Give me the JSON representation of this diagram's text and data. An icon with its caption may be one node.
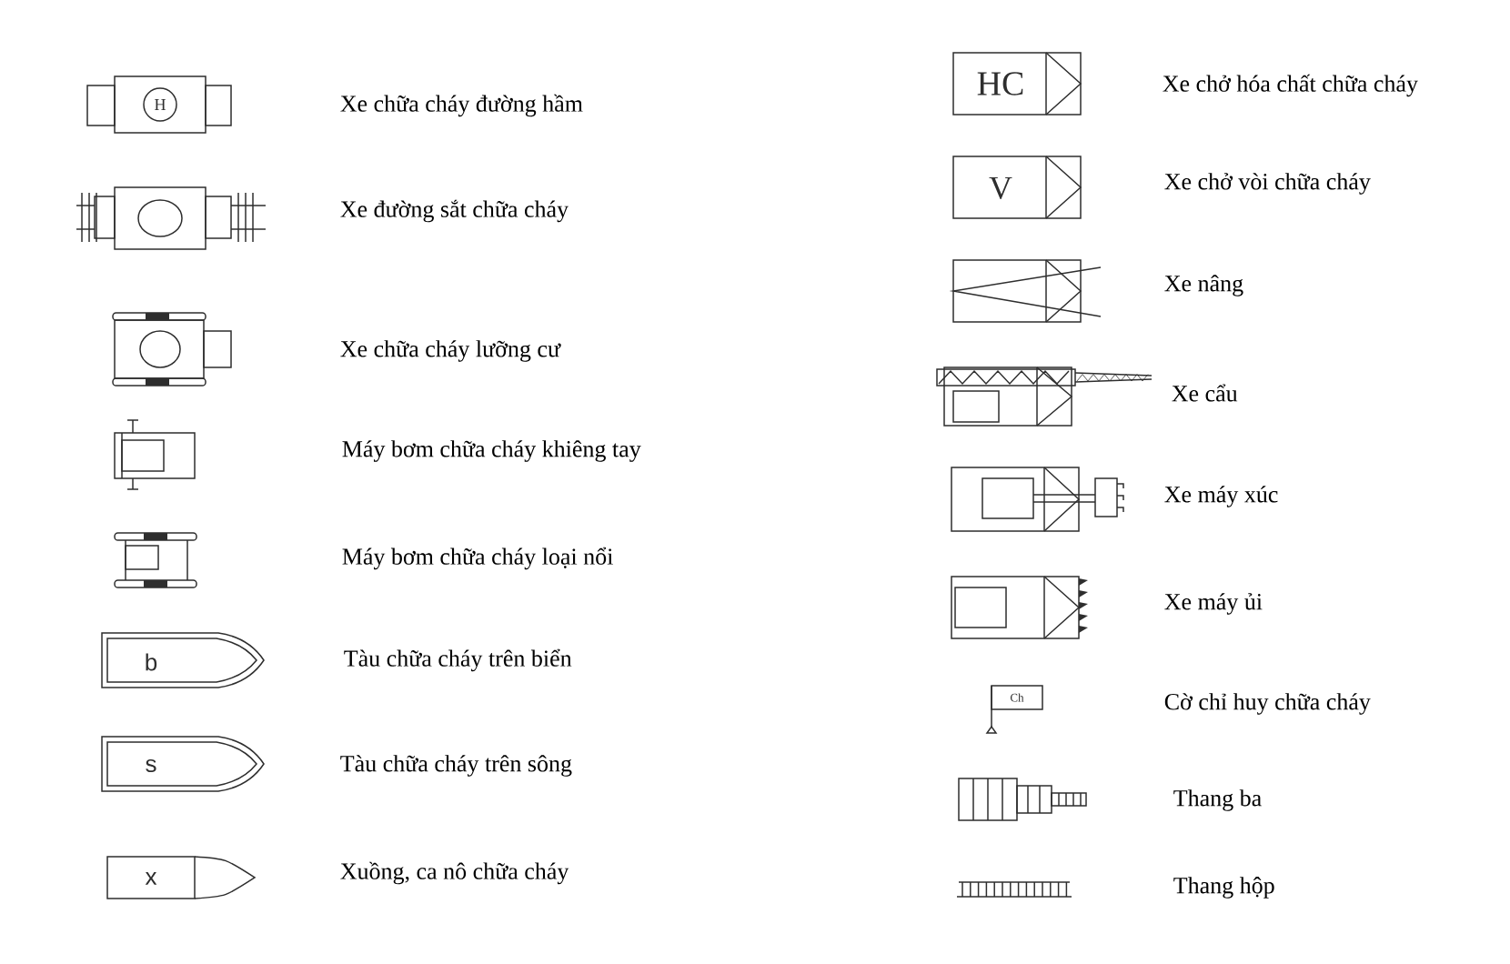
{
  "diagram": {
    "labels": [
      "H",
      "b",
      "s",
      "x",
      "HC",
      "V",
      "Ch"
    ],
    "legend": [
      {
        "text": "Xe chữa cháy đường hầm"
      },
      {
        "text": "Xe đường sắt chữa cháy"
      },
      {
        "text": "Xe chữa cháy lưỡng cư"
      },
      {
        "text": "Máy bơm chữa cháy khiêng tay"
      },
      {
        "text": "Máy bơm chữa cháy loại nổi"
      },
      {
        "text": "Tàu chữa cháy trên biển"
      },
      {
        "text": "Tàu chữa cháy trên sông"
      },
      {
        "text": "Xuồng, ca nô chữa cháy"
      },
      {
        "text": "Xe chở hóa chất chữa cháy"
      },
      {
        "text": "Xe chở vòi chữa cháy"
      },
      {
        "text": "Xe nâng"
      },
      {
        "text": "Xe cẩu"
      },
      {
        "text": "Xe máy xúc"
      },
      {
        "text": "Xe máy ủi"
      },
      {
        "text": "Cờ chỉ huy chữa cháy"
      },
      {
        "text": "Thang ba"
      },
      {
        "text": "Thang hộp"
      }
    ]
  }
}
